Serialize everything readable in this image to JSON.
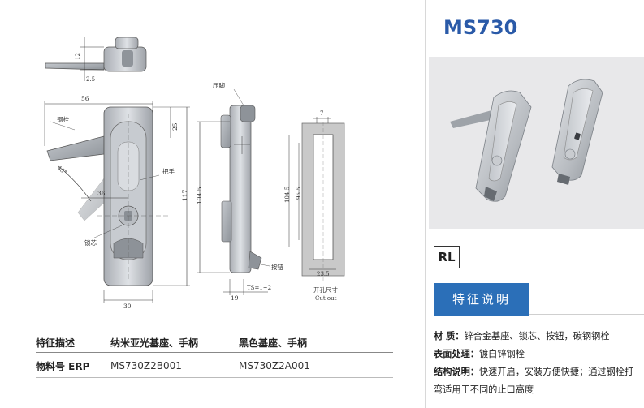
{
  "drawing": {
    "dim_12": "12",
    "dim_2_5": "2.5",
    "dim_56": "56",
    "dim_25": "25",
    "dim_117": "117",
    "dim_104_5": "104.5",
    "dim_36": "36",
    "dim_30": "30",
    "dim_19": "19",
    "ts_label": "TS=1~2",
    "dim_7": "7",
    "dim_104_5b": "104.5",
    "dim_95_5": "95.5",
    "dim_23_5": "23.5",
    "angle_label": "45°",
    "label_latch": "钢栓",
    "label_handle": "把手",
    "label_lockcore": "锁芯",
    "label_clamp": "压脚",
    "label_button": "按钮",
    "cutout_cn": "开孔尺寸",
    "cutout_en": "Cut out"
  },
  "table": {
    "header": [
      "特征描述",
      "纳米亚光基座、手柄",
      "黑色基座、手柄"
    ],
    "row_label": "物料号 ERP",
    "row_values": [
      "MS730Z2B001",
      "MS730Z2A001"
    ]
  },
  "product": {
    "model": "MS730",
    "badge": "RL",
    "feature_title": "特征说明",
    "colors": {
      "accent": "#2b6fb8",
      "model_text": "#2a5aa8"
    }
  },
  "specs": {
    "material_key": "材 质：",
    "material_val": "锌合金基座、锁芯、按钮，碳钢钢栓",
    "surface_key": "表面处理：",
    "surface_val": "镀白锌钢栓",
    "structure_key": "结构说明：",
    "structure_val": "快速开启，安装方便快捷；通过钢栓打弯适用于不同的止口高度"
  }
}
